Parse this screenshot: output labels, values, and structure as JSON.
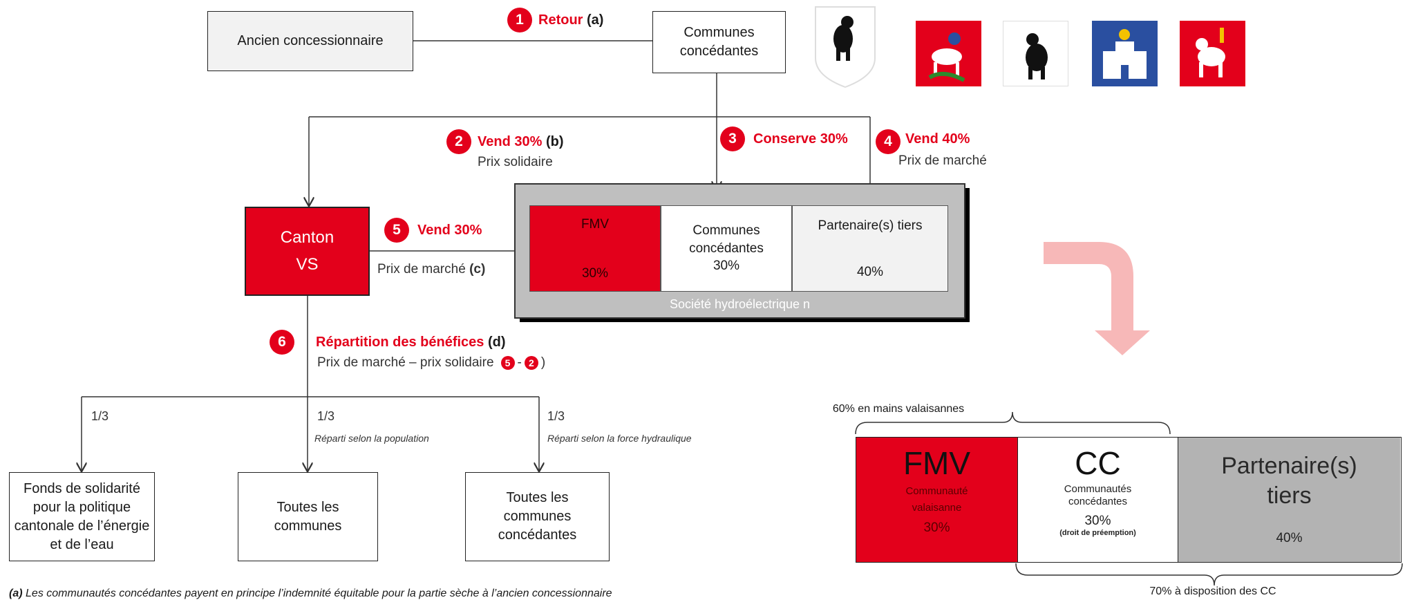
{
  "nodes": {
    "ancien": "Ancien concessionnaire",
    "communes_top": "Communes concédantes",
    "canton_line1": "Canton",
    "canton_line2": "VS",
    "fonds": "Fonds de solidarité pour la politique cantonale de l’énergie et de l’eau",
    "toutes_communes": "Toutes les communes",
    "toutes_concedantes": "Toutes les communes concédantes"
  },
  "steps": {
    "s1": {
      "num": "1",
      "label": "Retour",
      "ref": "(a)"
    },
    "s2": {
      "num": "2",
      "label": "Vend 30%",
      "ref": "(b)",
      "sub": "Prix solidaire"
    },
    "s3": {
      "num": "3",
      "label": "Conserve 30%"
    },
    "s4": {
      "num": "4",
      "label": "Vend 40%",
      "sub": "Prix de marché"
    },
    "s5": {
      "num": "5",
      "label": "Vend 30%",
      "sub": "Prix de marché",
      "ref": "(c)"
    },
    "s6": {
      "num": "6",
      "label": "Répartition des bénéfices",
      "ref": "(d)",
      "sub": "Prix de marché – prix solidaire",
      "sub_n1": "5",
      "sub_dash": "-",
      "sub_n2": "2",
      "sub_close": ")"
    }
  },
  "fractions": {
    "a": "1/3",
    "b": "1/3",
    "b_note": "Réparti selon la population",
    "c": "1/3",
    "c_note": "Réparti selon la force hydraulique"
  },
  "company": {
    "caption": "Société hydroélectrique  n",
    "fmv_name": "FMV",
    "fmv_pct": "30%",
    "cc_name": "Communes concédantes",
    "cc_pct": "30%",
    "tiers_name": "Partenaire(s) tiers",
    "tiers_pct": "40%"
  },
  "summary": {
    "top_brace": "60% en mains valaisannes",
    "bottom_brace": "70% à disposition des CC",
    "fmv_title": "FMV",
    "fmv_desc": "Communauté valaisanne",
    "fmv_pct": "30%",
    "cc_title": "CC",
    "cc_desc": "Communautés concédantes",
    "cc_pct": "30%",
    "cc_note": "(droit de préemption)",
    "tiers_title": "Partenaire(s) tiers",
    "tiers_pct": "40%"
  },
  "footnote": {
    "ref": "(a)",
    "text": "Les communautés concédantes payent en principe l’indemnité équitable pour la partie sèche à l’ancien concessionnaire"
  },
  "colors": {
    "accent_red": "#e3001b",
    "light_grey": "#f2f2f2",
    "mid_grey": "#c0c0c0",
    "arrow_pink": "#f7b8b8"
  }
}
